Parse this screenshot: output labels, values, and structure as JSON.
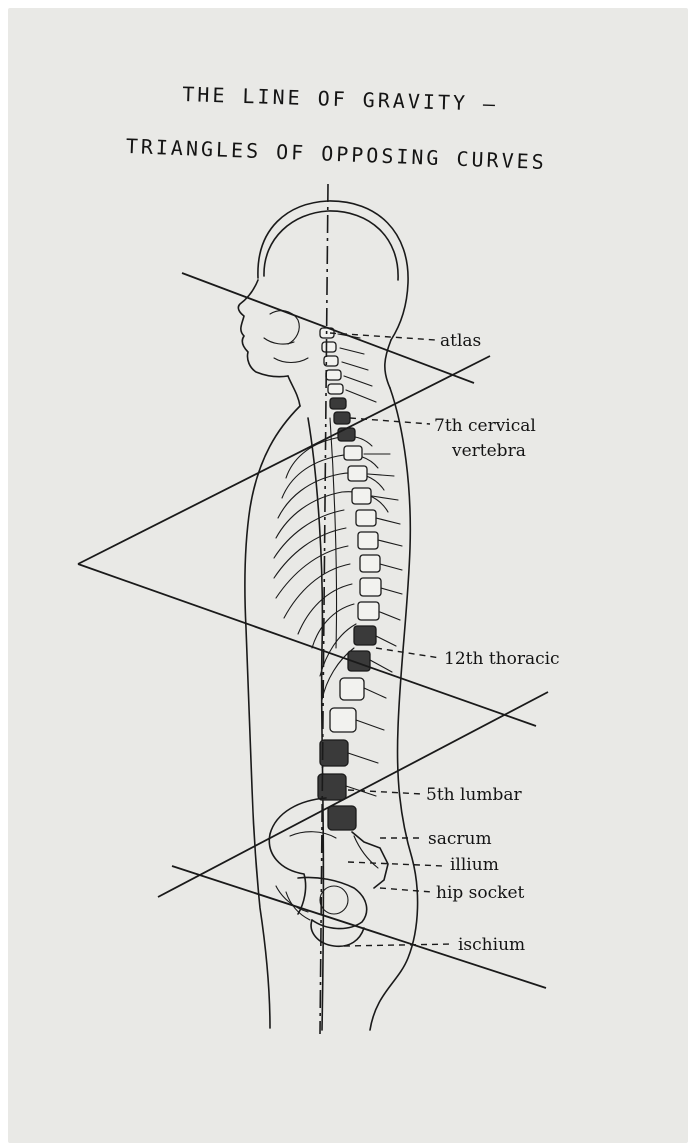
{
  "figure": {
    "title_line1": "THE LINE OF GRAVITY —",
    "title_line2": "TRIANGLES OF OPPOSING CURVES",
    "labels": {
      "atlas": "atlas",
      "cervical_line1": "7th cervical",
      "cervical_line2": "vertebra",
      "thoracic": "12th thoracic",
      "lumbar": "5th lumbar",
      "sacrum": "sacrum",
      "illium": "illium",
      "hip_socket": "hip socket",
      "ischium": "ischium"
    }
  }
}
